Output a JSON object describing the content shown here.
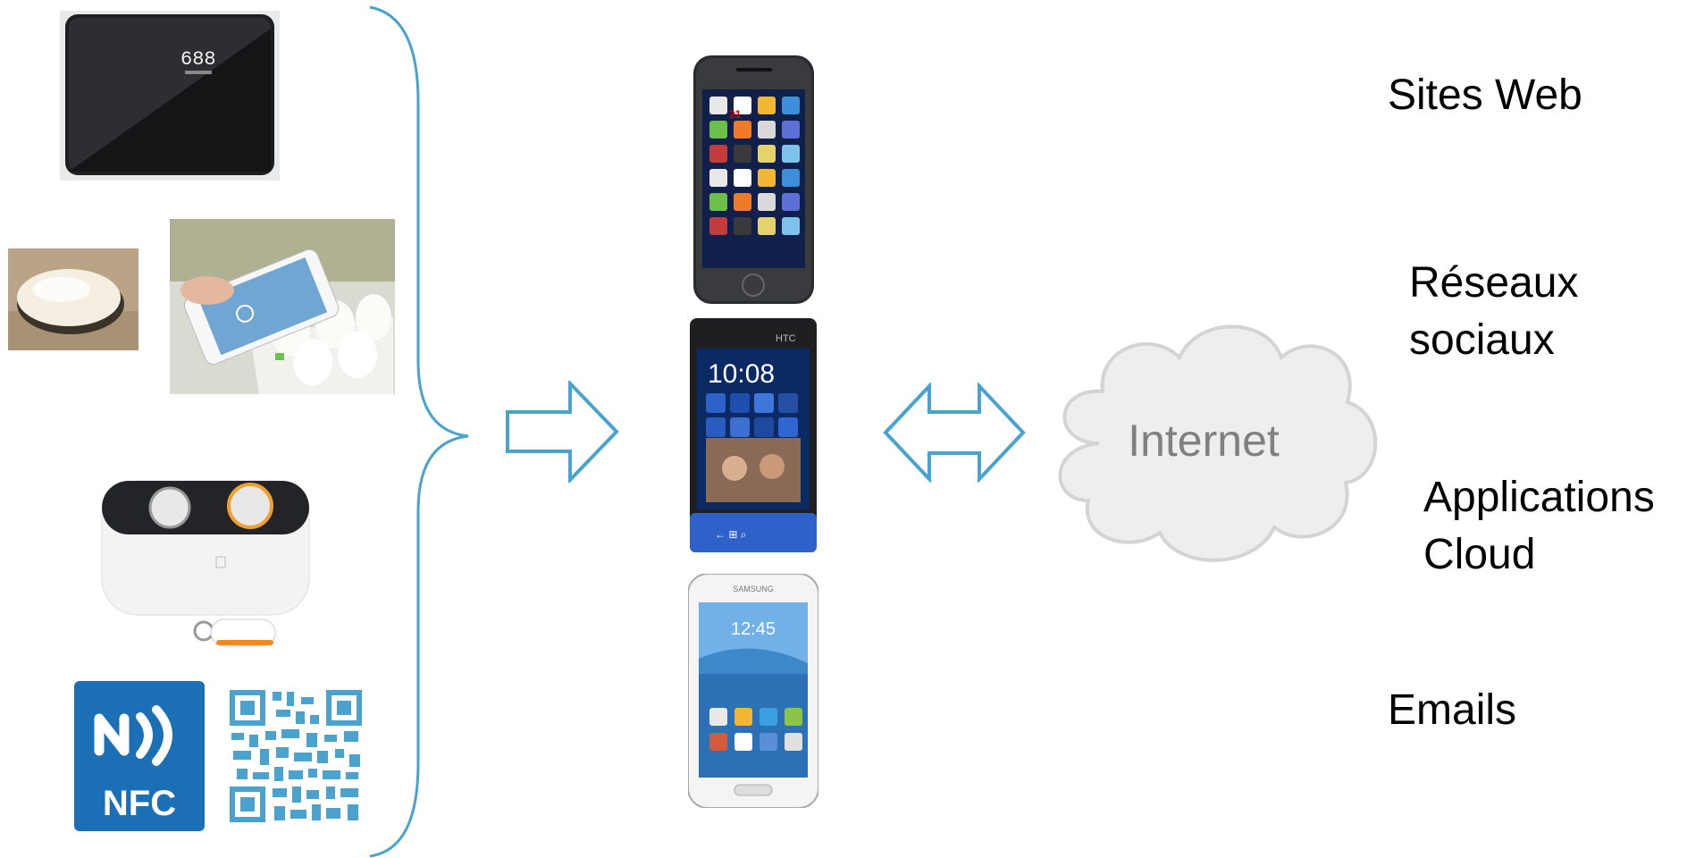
{
  "devices": {
    "scale_display": "688",
    "nfc_label": "NFC",
    "phones": {
      "htc_time": "10:08",
      "htc_brand": "HTC",
      "samsung_time": "12:45",
      "samsung_brand": "SAMSUNG",
      "iphone_date": "21"
    }
  },
  "cloud": {
    "label": "Internet"
  },
  "services": {
    "sites": "Sites Web",
    "social_line1": "Réseaux",
    "social_line2": "sociaux",
    "apps_line1": "Applications",
    "apps_line2": "Cloud",
    "emails": "Emails"
  },
  "colors": {
    "accent": "#4aa3cf",
    "cloud_fill": "#eeeeee",
    "cloud_stroke": "#d4d4d4",
    "nfc_blue": "#1b6fb5"
  }
}
